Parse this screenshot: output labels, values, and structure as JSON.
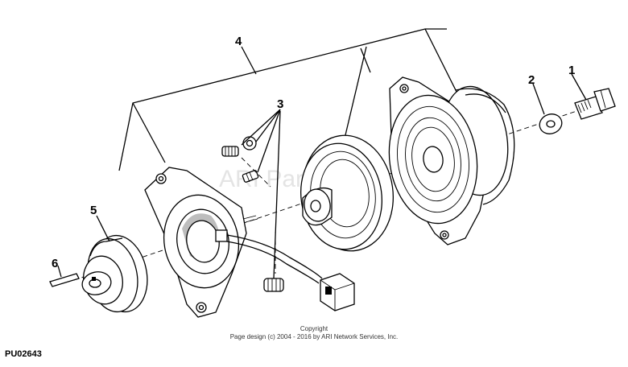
{
  "callouts": {
    "c1": "1",
    "c2": "2",
    "c3": "3",
    "c4": "4",
    "c5": "5",
    "c6": "6"
  },
  "watermark": "ARI PartStream™",
  "copyright": {
    "line1": "Copyright",
    "line2": "Page design (c) 2004 - 2016 by ARI Network Services, Inc."
  },
  "figure_id": "PU02643"
}
